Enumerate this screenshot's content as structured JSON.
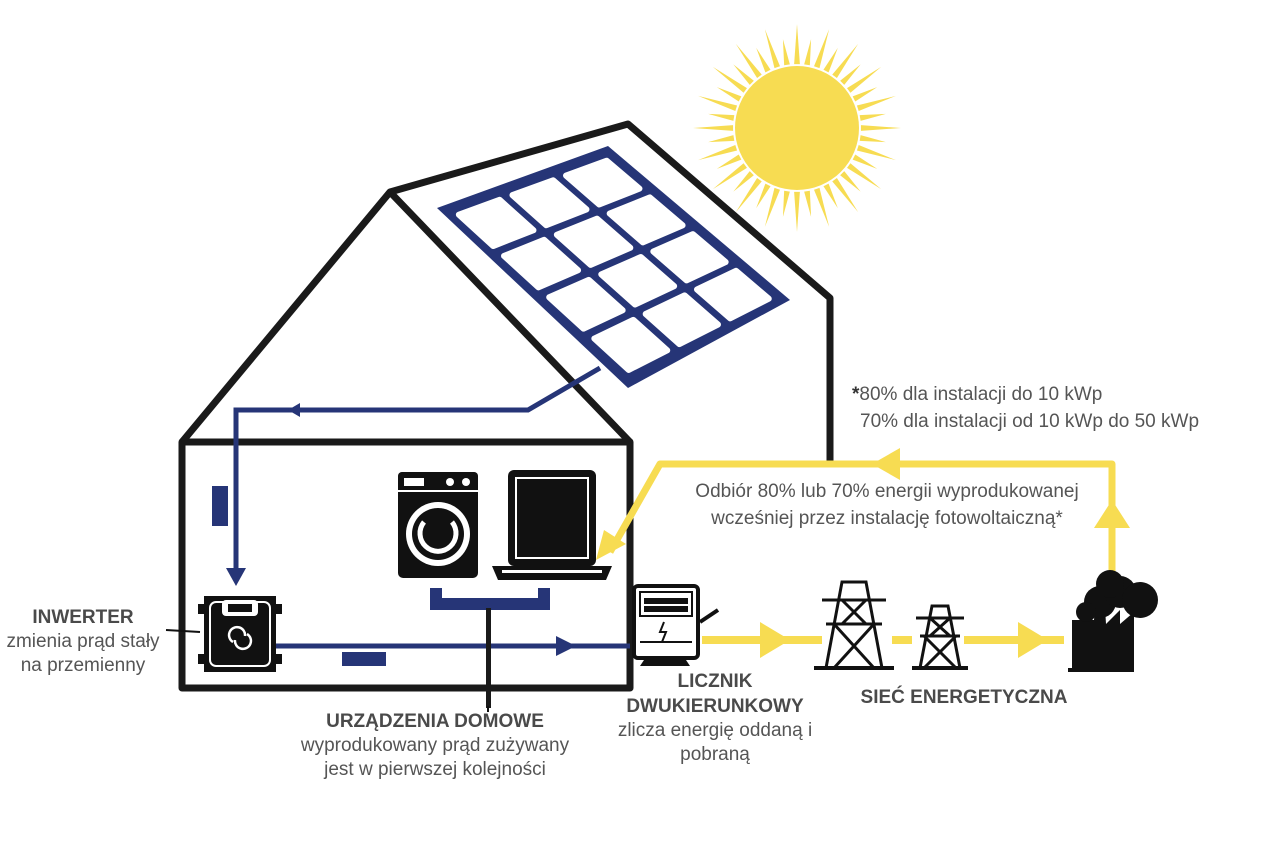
{
  "colors": {
    "outline": "#1a1a1a",
    "navy": "#263577",
    "sun": "#f7dc52",
    "flow_yellow": "#f7dc52",
    "panel_cell": "#ffffff",
    "label_text": "#555555"
  },
  "icons": [
    "sun-icon",
    "solar-panel-icon",
    "washing-machine-icon",
    "laptop-icon",
    "inverter-icon",
    "bidirectional-meter-icon",
    "power-pylon-icon",
    "power-plant-icon"
  ],
  "labels": {
    "inverter": {
      "title": "INWERTER",
      "line1": "zmienia prąd stały",
      "line2": "na przemienny"
    },
    "appliances": {
      "title": "URZĄDZENIA DOMOWE",
      "line1": "wyprodukowany prąd zużywany",
      "line2": "jest w pierwszej kolejności"
    },
    "meter": {
      "title1": "LICZNIK",
      "title2": "DWUKIERUNKOWY",
      "line1": "zlicza energię oddaną i",
      "line2": "pobraną"
    },
    "grid": {
      "title": "SIEĆ ENERGETYCZNA"
    },
    "note": {
      "star": "*",
      "line1": "80% dla instalacji do 10 kWp",
      "line2": "70% dla instalacji od 10 kWp do 50 kWp"
    },
    "reuse": {
      "line1": "Odbiór 80% lub 70% energii wyprodukowanej",
      "line2": "wcześniej przez instalację fotowoltaiczną*"
    }
  }
}
